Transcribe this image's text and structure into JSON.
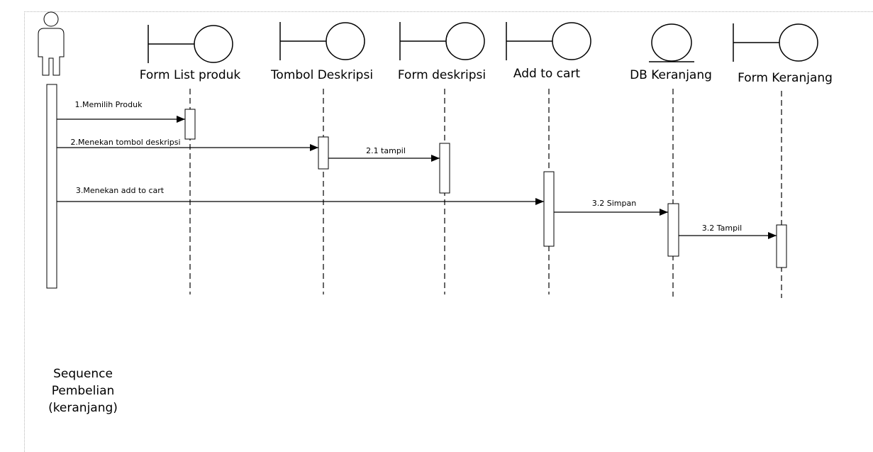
{
  "diagram": {
    "lifelines": [
      {
        "id": "form-list-produk",
        "label": "Form List produk",
        "kind": "boundary"
      },
      {
        "id": "tombol-deskripsi",
        "label": "Tombol Deskripsi",
        "kind": "boundary"
      },
      {
        "id": "form-deskripsi",
        "label": "Form deskripsi",
        "kind": "boundary"
      },
      {
        "id": "add-to-cart",
        "label": "Add to cart",
        "kind": "boundary"
      },
      {
        "id": "db-keranjang",
        "label": "DB Keranjang",
        "kind": "entity"
      },
      {
        "id": "form-keranjang",
        "label": "Form Keranjang",
        "kind": "boundary"
      }
    ],
    "messages": [
      {
        "label": "1.Memilih Produk",
        "from": "actor",
        "to": "form-list-produk"
      },
      {
        "label": "2.Menekan tombol deskripsi",
        "from": "actor",
        "to": "tombol-deskripsi"
      },
      {
        "label": "2.1 tampil",
        "from": "tombol-deskripsi",
        "to": "form-deskripsi"
      },
      {
        "label": "3.Menekan add to cart",
        "from": "actor",
        "to": "add-to-cart"
      },
      {
        "label": "3.2 Simpan",
        "from": "add-to-cart",
        "to": "db-keranjang"
      },
      {
        "label": "3.2 Tampil",
        "from": "db-keranjang",
        "to": "form-keranjang"
      }
    ],
    "note": "Sequence\nPembelian\n(keranjang)"
  }
}
